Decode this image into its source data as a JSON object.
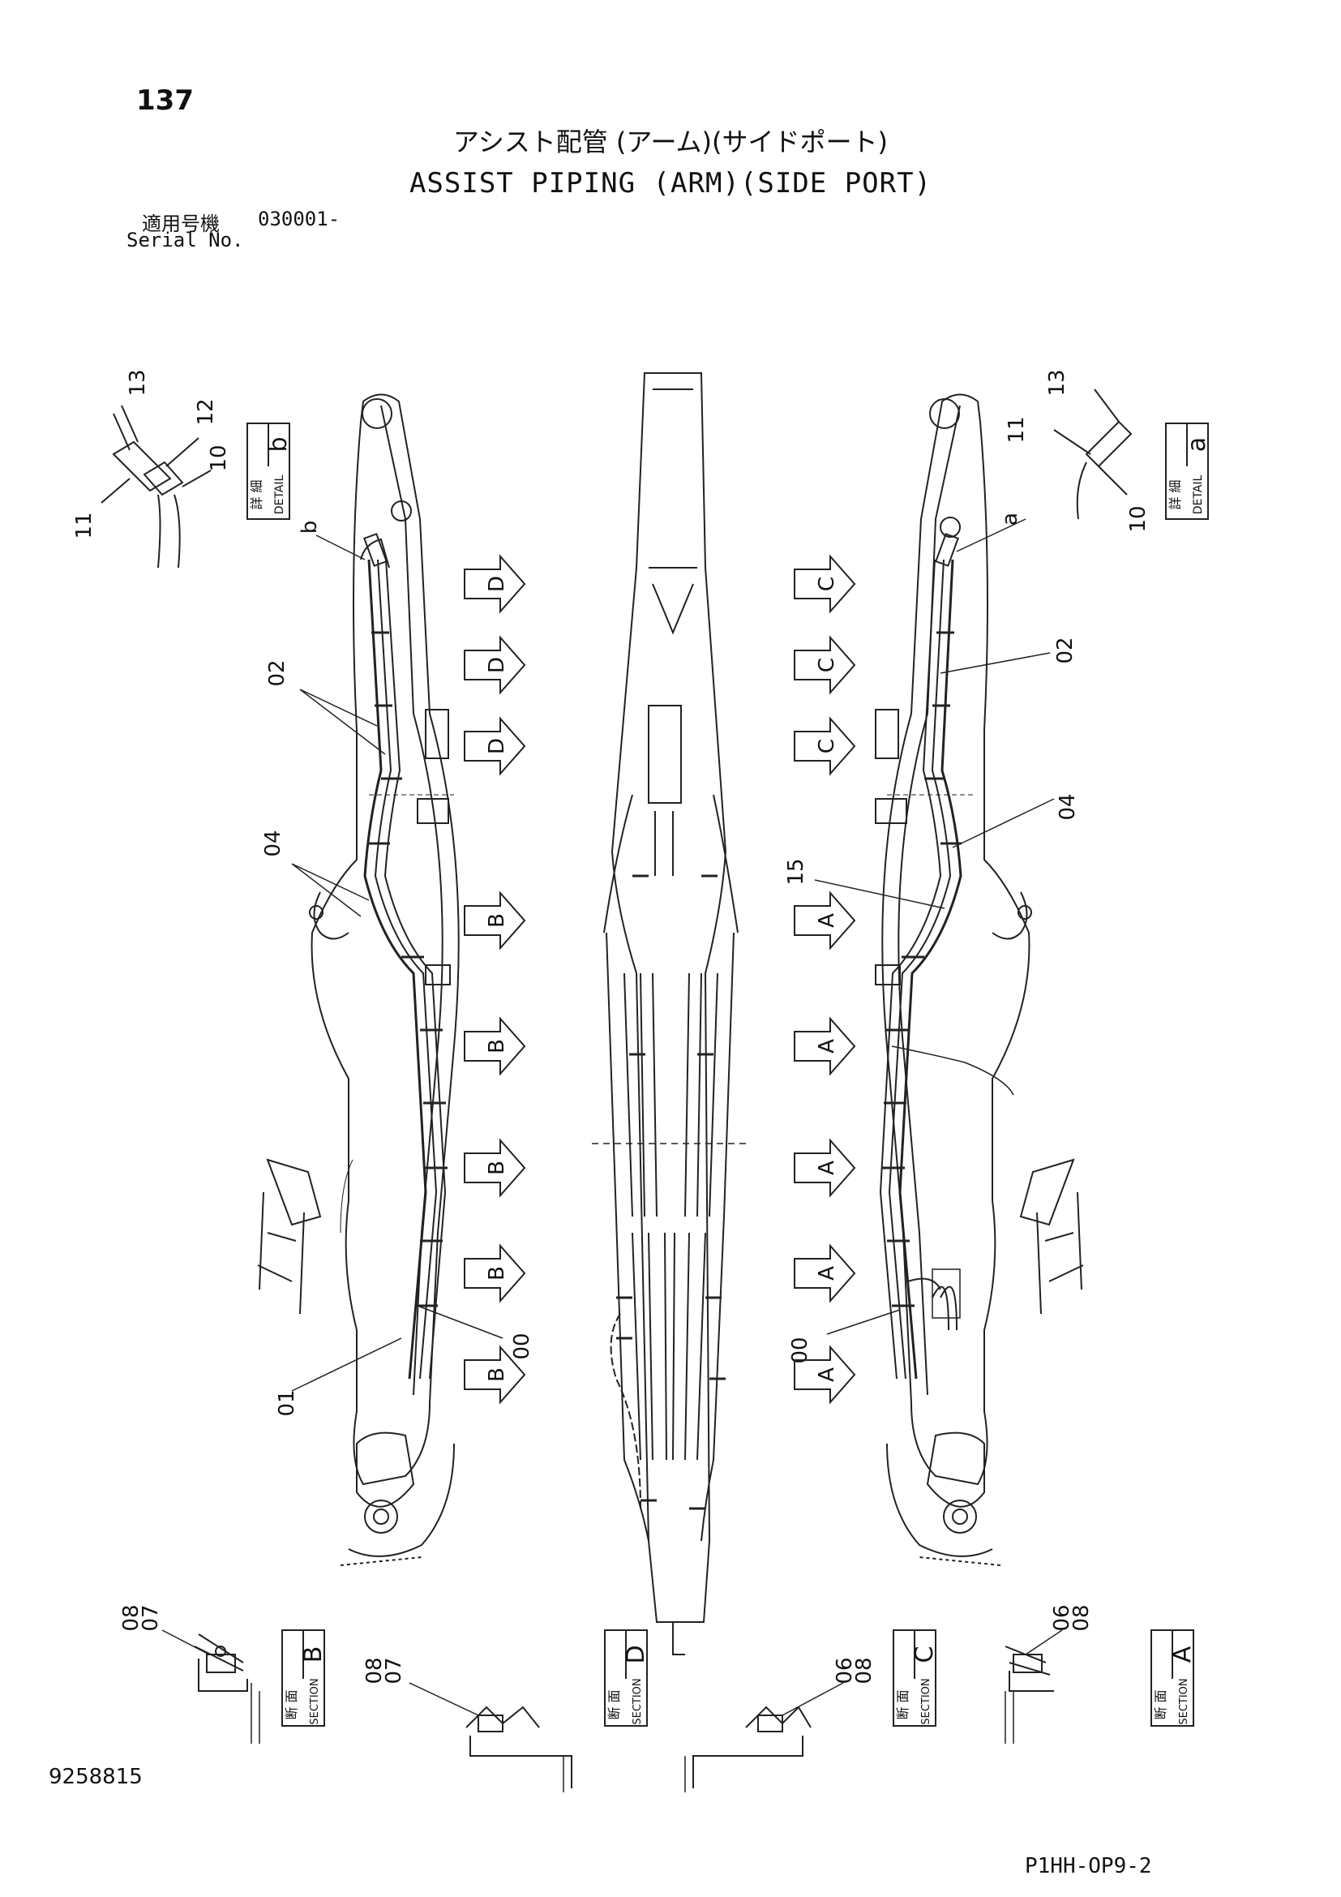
{
  "header": {
    "page_number": "137",
    "title_jp": "アシスト配管 (アーム)(サイドポート)",
    "title_en": "ASSIST PIPING (ARM)(SIDE PORT)",
    "serial_label_jp": "適用号機",
    "serial_value": "030001-",
    "serial_label_en": "Serial No."
  },
  "details": [
    {
      "jp": "詳 細",
      "en": "DETAIL",
      "letter": "b"
    },
    {
      "jp": "詳 細",
      "en": "DETAIL",
      "letter": "a"
    }
  ],
  "detail_callouts": {
    "b": [
      "13",
      "12",
      "10",
      "11"
    ],
    "a": [
      "13",
      "11",
      "10"
    ]
  },
  "part_labels": {
    "left": [
      "b",
      "02",
      "04",
      "01",
      "00"
    ],
    "right": [
      "a",
      "02",
      "04",
      "15",
      "00"
    ]
  },
  "section_arrows": {
    "left": [
      "D",
      "D",
      "D",
      "B",
      "B",
      "B",
      "B",
      "B"
    ],
    "right": [
      "C",
      "C",
      "C",
      "A",
      "A",
      "A",
      "A",
      "A"
    ]
  },
  "sections": [
    {
      "jp": "断 面",
      "en": "SECTION",
      "letter": "B",
      "parts": [
        "08",
        "07"
      ]
    },
    {
      "jp": "断 面",
      "en": "SECTION",
      "letter": "D",
      "parts": [
        "08",
        "07"
      ]
    },
    {
      "jp": "断 面",
      "en": "SECTION",
      "letter": "C",
      "parts": [
        "06",
        "08"
      ]
    },
    {
      "jp": "断 面",
      "en": "SECTION",
      "letter": "A",
      "parts": [
        "06",
        "08"
      ]
    }
  ],
  "footer": {
    "doc_number": "9258815",
    "page_code": "P1HH-OP9-2"
  }
}
